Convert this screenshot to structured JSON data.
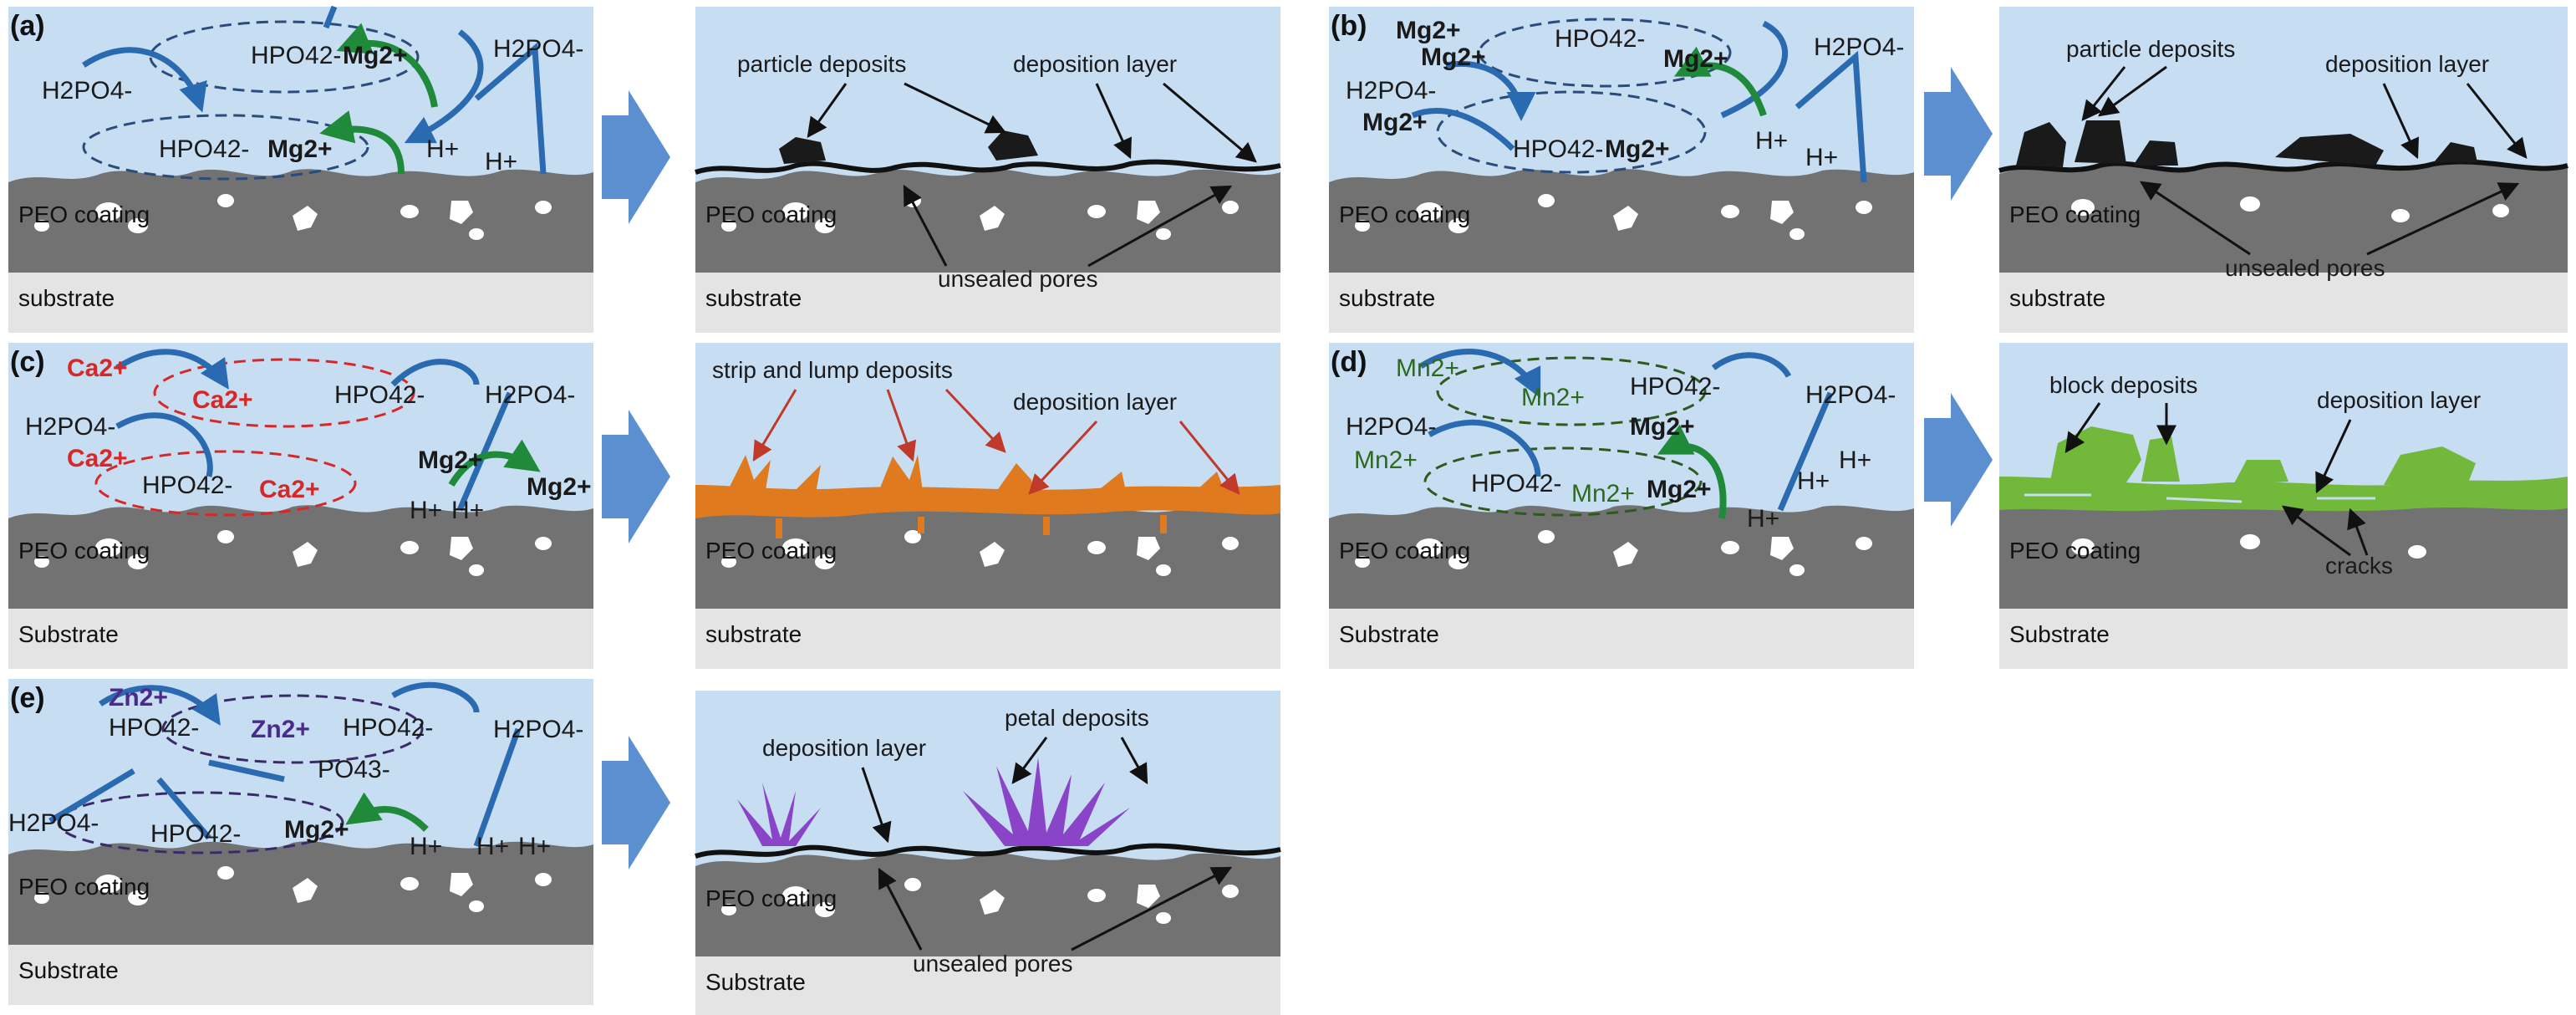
{
  "colors": {
    "solution": "#c7ddf2",
    "coating": "#737373",
    "substrate": "#e3e3e3",
    "arrow_blue": "#5b8fd0",
    "curve_blue": "#2a6ab0",
    "curve_green": "#1f8a3a",
    "ca_red": "#d62828",
    "orange_deposit": "#e07a1e",
    "green_deposit": "#72b83a",
    "purple_deposit": "#8a44c8",
    "mn_green": "#2d6a1f",
    "zn_purple": "#4b2a8a"
  },
  "panels": {
    "a": {
      "label": "(a)",
      "ions": [
        "H2PO4-",
        "HPO42-",
        "Mg2+",
        "H2PO4-",
        "HPO42-",
        "Mg2+",
        "H+",
        "H+"
      ],
      "coating": "PEO coating",
      "substrate": "substrate",
      "result": {
        "deposits_label": "particle deposits",
        "layer_label": "deposition layer",
        "pores_label": "unsealed pores",
        "coating": "PEO coating",
        "substrate": "substrate"
      }
    },
    "b": {
      "label": "(b)",
      "ions": [
        "Mg2+",
        "HPO42-",
        "Mg2+",
        "H2PO4-",
        "H2PO4-",
        "Mg2+",
        "Mg2+",
        "HPO42-",
        "Mg2+",
        "H+",
        "H+"
      ],
      "coating": "PEO coating",
      "substrate": "substrate",
      "result": {
        "deposits_label": "particle deposits",
        "layer_label": "deposition layer",
        "pores_label": "unsealed pores",
        "coating": "PEO coating",
        "substrate": "substrate"
      }
    },
    "c": {
      "label": "(c)",
      "ions": [
        "Ca2+",
        "Ca2+",
        "HPO42-",
        "H2PO4-",
        "H2PO4-",
        "Ca2+",
        "Mg2+",
        "HPO42-",
        "Ca2+",
        "H+",
        "H+",
        "Mg2+"
      ],
      "coating": "PEO coating",
      "substrate": "Substrate",
      "result": {
        "deposits_label": "strip and lump deposits",
        "layer_label": "deposition layer",
        "coating": "PEO coating",
        "substrate": "substrate"
      }
    },
    "d": {
      "label": "(d)",
      "ions": [
        "Mn2+",
        "Mn2+",
        "HPO42-",
        "H2PO4-",
        "H2PO4-",
        "Mg2+",
        "Mn2+",
        "HPO42-",
        "Mn2+",
        "Mg2+",
        "H+",
        "H+",
        "H+"
      ],
      "coating": "PEO coating",
      "substrate": "Substrate",
      "result": {
        "deposits_label": "block deposits",
        "layer_label": "deposition layer",
        "cracks_label": "cracks",
        "coating": "PEO coating",
        "substrate": "Substrate"
      }
    },
    "e": {
      "label": "(e)",
      "ions": [
        "Zn2+",
        "HPO42-",
        "Zn2+",
        "HPO42-",
        "PO43-",
        "H2PO4-",
        "H2PO4-",
        "HPO42-",
        "Mg2+",
        "H+",
        "H+",
        "H+"
      ],
      "coating": "PEO coating",
      "substrate": "Substrate",
      "result": {
        "deposits_label": "petal deposits",
        "layer_label": "deposition layer",
        "pores_label": "unsealed pores",
        "coating": "PEO coating",
        "substrate": "Substrate"
      }
    }
  }
}
